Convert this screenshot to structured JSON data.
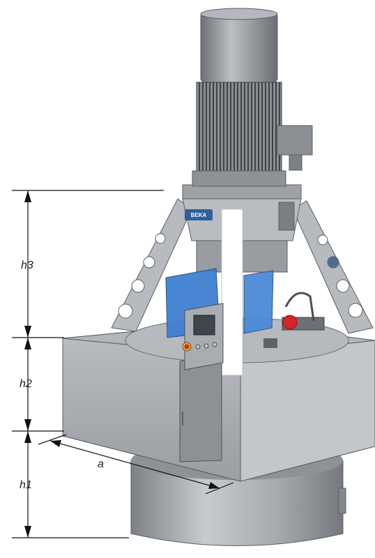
{
  "dimensions": {
    "h3": "h3",
    "h2": "h2",
    "h1": "h1",
    "a": "a"
  },
  "brand": "BEKA",
  "colors": {
    "body_gray": "#9fa3a7",
    "body_light": "#c9ccd0",
    "body_dark": "#6f7378",
    "guard_blue": "#3f7fd0",
    "valve_red": "#d4252a",
    "line": "#111111"
  },
  "icons": [
    "e-stop-icon",
    "hmi-screen-icon"
  ]
}
